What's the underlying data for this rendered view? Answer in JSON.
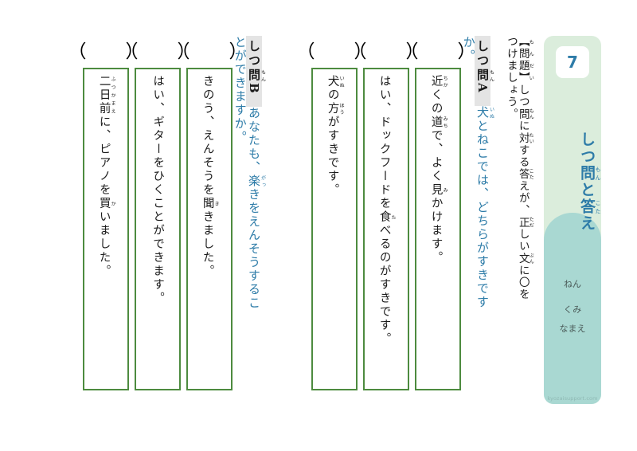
{
  "colors": {
    "border_green": "#4d8b3f",
    "accent_blue": "#2e7ca8",
    "sidebar_upper": "#dbeddc",
    "sidebar_lower": "#a9d8d2",
    "label_highlight": "#e4e4e4"
  },
  "sidebar": {
    "number": "7",
    "title_main": "しつ問と答え",
    "title_parts": [
      {
        "base": "しつ",
        "ruby": ""
      },
      {
        "base": "問",
        "ruby": "もん"
      },
      {
        "base": "と",
        "ruby": ""
      },
      {
        "base": "答",
        "ruby": "こた"
      },
      {
        "base": "え",
        "ruby": ""
      }
    ],
    "name_fields": [
      "ねん",
      "くみ",
      "なまえ"
    ]
  },
  "instruction": {
    "full_text": "【問題】しつ問に対する答えが、正しい文に〇をつけましょう。",
    "segments": [
      {
        "base": "【問題】",
        "ruby": "もんだい"
      },
      {
        "base": "しつ",
        "ruby": ""
      },
      {
        "base": "問",
        "ruby": "もん"
      },
      {
        "base": "に",
        "ruby": ""
      },
      {
        "base": "対",
        "ruby": "たい"
      },
      {
        "base": "する",
        "ruby": ""
      },
      {
        "base": "答",
        "ruby": "こた"
      },
      {
        "base": "えが、",
        "ruby": ""
      },
      {
        "base": "正",
        "ruby": "ただ"
      },
      {
        "base": "しい",
        "ruby": ""
      },
      {
        "base": "文",
        "ruby": "ぶん"
      },
      {
        "base": "に〇をつけましょう。",
        "ruby": ""
      }
    ]
  },
  "questions": [
    {
      "id": "A",
      "label_base": "しつ問",
      "label_ruby": "もん",
      "label_letter": "A",
      "prompt_text": "犬とねこでは、どちらがすきですか。",
      "prompt_segments": [
        {
          "base": "犬",
          "ruby": "いぬ"
        },
        {
          "base": "とねこでは、どちらがすきですか。",
          "ruby": ""
        }
      ],
      "choices": [
        {
          "paren": "（　）",
          "text": "近くの道で、よく見かけます。",
          "segments": [
            {
              "base": "近",
              "ruby": "ちか"
            },
            {
              "base": "くの",
              "ruby": ""
            },
            {
              "base": "道",
              "ruby": "みち"
            },
            {
              "base": "で、よく",
              "ruby": ""
            },
            {
              "base": "見",
              "ruby": "み"
            },
            {
              "base": "かけます。",
              "ruby": ""
            }
          ]
        },
        {
          "paren": "（　）",
          "text": "はい、ドックフードを食べるのがすきです。",
          "segments": [
            {
              "base": "はい、ドックフードを",
              "ruby": ""
            },
            {
              "base": "食",
              "ruby": "た"
            },
            {
              "base": "べるのがすきです。",
              "ruby": ""
            }
          ]
        },
        {
          "paren": "（　）",
          "text": "犬の方がすきです。",
          "segments": [
            {
              "base": "犬",
              "ruby": "いぬ"
            },
            {
              "base": "の",
              "ruby": ""
            },
            {
              "base": "方",
              "ruby": "ほう"
            },
            {
              "base": "がすきです。",
              "ruby": ""
            }
          ]
        }
      ]
    },
    {
      "id": "B",
      "label_base": "しつ問",
      "label_ruby": "もん",
      "label_letter": "B",
      "prompt_text": "あなたも、楽きをえんそうすることができますか。",
      "prompt_segments": [
        {
          "base": "あなたも、",
          "ruby": ""
        },
        {
          "base": "楽",
          "ruby": "がっ"
        },
        {
          "base": "きをえんそうすることができますか。",
          "ruby": ""
        }
      ],
      "choices": [
        {
          "paren": "（　）",
          "text": "きのう、えんそうを聞きました。",
          "segments": [
            {
              "base": "きのう、えんそうを",
              "ruby": ""
            },
            {
              "base": "聞",
              "ruby": "き"
            },
            {
              "base": "きました。",
              "ruby": ""
            }
          ]
        },
        {
          "paren": "（　）",
          "text": "はい、ギターをひくことができます。",
          "segments": [
            {
              "base": "はい、ギターをひくことができます。",
              "ruby": ""
            }
          ]
        },
        {
          "paren": "（　）",
          "text": "二日前に、ピアノを買いました。",
          "segments": [
            {
              "base": "二日前",
              "ruby": "ふつかまえ"
            },
            {
              "base": "に、ピアノを",
              "ruby": ""
            },
            {
              "base": "買",
              "ruby": "か"
            },
            {
              "base": "いました。",
              "ruby": ""
            }
          ]
        }
      ]
    }
  ],
  "watermark": "kyozaisupport.com"
}
